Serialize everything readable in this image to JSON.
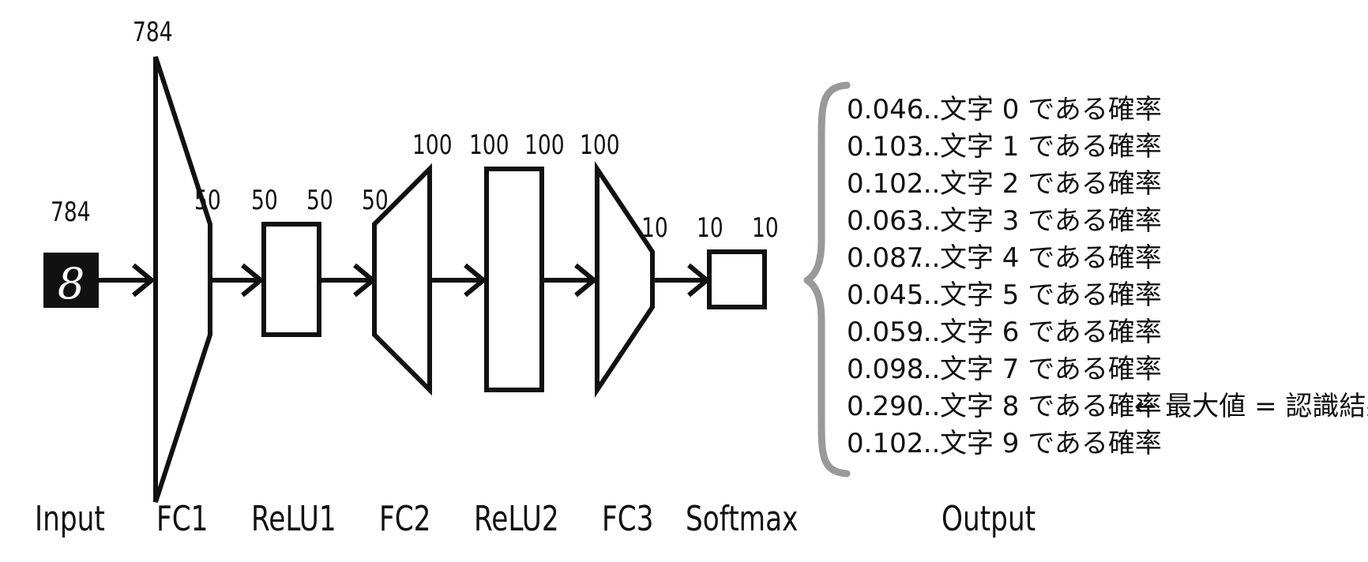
{
  "input": {
    "size": "784",
    "label": "Input",
    "digit_glyph": "8"
  },
  "layers": [
    {
      "name": "FC1",
      "in": "784",
      "out": "50"
    },
    {
      "name": "ReLU1",
      "in": "50",
      "out": "50"
    },
    {
      "name": "FC2",
      "in": "50",
      "out": "100"
    },
    {
      "name": "ReLU2",
      "in": "100",
      "out": "100"
    },
    {
      "name": "FC3",
      "in": "100",
      "out": "10"
    },
    {
      "name": "Softmax",
      "in": "10",
      "out": "10"
    }
  ],
  "output": {
    "label": "Output",
    "separator": "...",
    "lines": [
      {
        "prob": "0.046",
        "text": "文字 0 である確率"
      },
      {
        "prob": "0.103",
        "text": "文字 1 である確率"
      },
      {
        "prob": "0.102",
        "text": "文字 2 である確率"
      },
      {
        "prob": "0.063",
        "text": "文字 3 である確率"
      },
      {
        "prob": "0.087",
        "text": "文字 4 である確率"
      },
      {
        "prob": "0.045",
        "text": "文字 5 である確率"
      },
      {
        "prob": "0.059",
        "text": "文字 6 である確率"
      },
      {
        "prob": "0.098",
        "text": "文字 7 である確率"
      },
      {
        "prob": "0.290",
        "text": "文字 8 である確率",
        "note": "← 最大値 = 認識結果"
      },
      {
        "prob": "0.102",
        "text": "文字 9 である確率"
      }
    ]
  },
  "colors": {
    "stroke": "#111111",
    "brace": "#999999",
    "input_bg": "#111111",
    "digit": "#ffffff"
  }
}
